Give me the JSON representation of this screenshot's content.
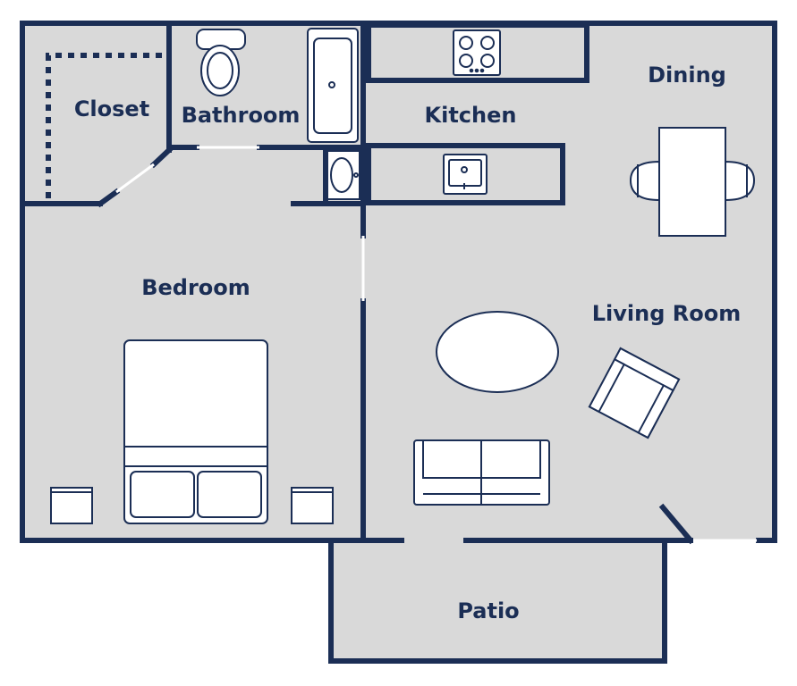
{
  "colors": {
    "wall": "#1b2e55",
    "floor": "#d9d9d9",
    "furniture_fill": "#ffffff",
    "background": "#ffffff"
  },
  "rooms": {
    "closet": "Closet",
    "bathroom": "Bathroom",
    "kitchen": "Kitchen",
    "dining": "Dining",
    "bedroom": "Bedroom",
    "living_room": "Living Room",
    "patio": "Patio"
  },
  "fixtures": {
    "toilet": "toilet-icon",
    "bathtub": "bathtub-icon",
    "cooktop": "stove-icon",
    "kitchen_sink": "sink-icon",
    "bath_sink": "vanity-sink-icon",
    "dining_table": "dining-table-icon",
    "coffee_table": "coffee-table-icon",
    "armchair": "armchair-icon",
    "sofa": "sofa-icon",
    "bed": "bed-icon",
    "nightstand": "nightstand-icon"
  }
}
